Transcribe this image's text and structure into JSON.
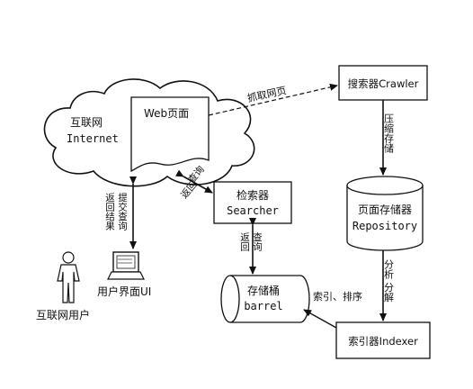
{
  "internet": {
    "label_cn": "互联网",
    "label_en": "Internet"
  },
  "webpage": {
    "label": "Web页面"
  },
  "crawler": {
    "label": "搜索器Crawler"
  },
  "repository": {
    "label_cn": "页面存储器",
    "label_en": "Repository"
  },
  "indexer": {
    "label": "索引器Indexer"
  },
  "searcher": {
    "label_cn": "检索器",
    "label_en": "Searcher"
  },
  "barrel": {
    "label_cn": "存储桶",
    "label_en": "barrel"
  },
  "user_ui": {
    "label": "用户界面UI"
  },
  "user": {
    "label": "互联网用户"
  },
  "arrows": {
    "fetch": "抓取网页",
    "compress": "压缩存储",
    "analyze": "分析 分解",
    "index_sort": "索引、排序",
    "query_return_1": "查询",
    "query_return_2": "返回",
    "searcher_barrel_1": "查询",
    "searcher_barrel_2": "返回",
    "submit_1": "提交查询",
    "submit_2": "返回结果"
  }
}
